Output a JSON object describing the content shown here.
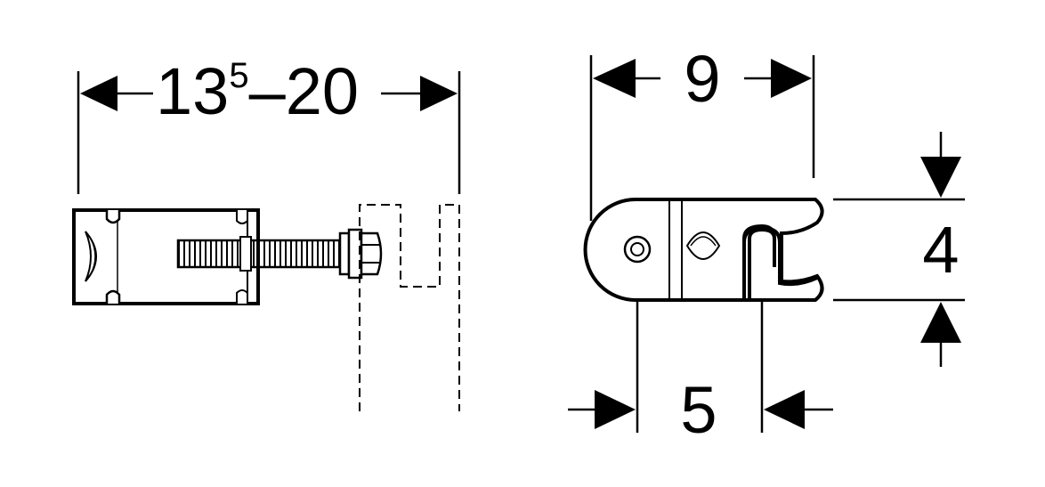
{
  "left_view": {
    "dim_main": "13",
    "dim_sup": "5",
    "dim_rest": "–20"
  },
  "right_view": {
    "dim_top": "9",
    "dim_right": "4",
    "dim_bottom": "5"
  }
}
